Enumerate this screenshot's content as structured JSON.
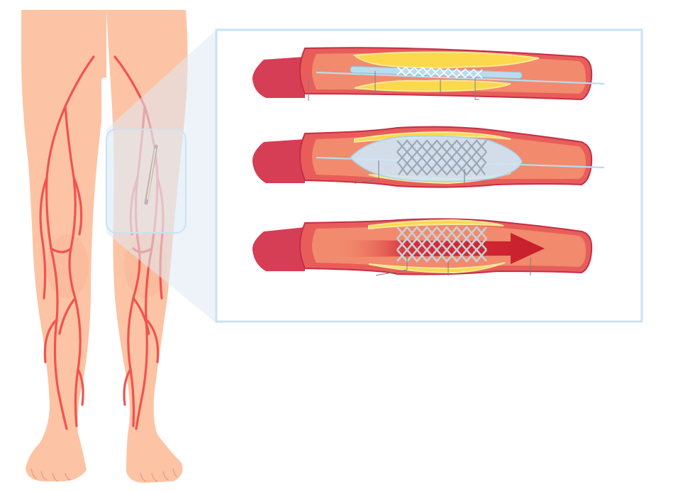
{
  "diagram": {
    "subject": "angioplasty-stent-procedure",
    "labels": [],
    "colors": {
      "skin": "#fcc4a4",
      "skin_shadow": "#f5b08e",
      "artery": "#f2524f",
      "vessel_wall_outer": "#d63e55",
      "vessel_wall_rim": "#c42f46",
      "vessel_lumen": "#f28a6d",
      "plaque": "#fbd84c",
      "plaque_edge": "#f6e89a",
      "catheter": "#b9dcf0",
      "balloon": "#cfe6f6",
      "stent": "#9aa7b5",
      "blood_flow": "#c81e2d",
      "inset_border": "#c9e2f4",
      "inset_fill": "#ffffff",
      "zoom_cone": "#dfeaf4",
      "leader_line": "#7d7d7d"
    },
    "panels": [
      {
        "id": "catheter-insertion",
        "stent_state": "collapsed"
      },
      {
        "id": "balloon-inflation",
        "stent_state": "expanding"
      },
      {
        "id": "stent-placed",
        "stent_state": "expanded",
        "flow": "restored"
      }
    ]
  }
}
